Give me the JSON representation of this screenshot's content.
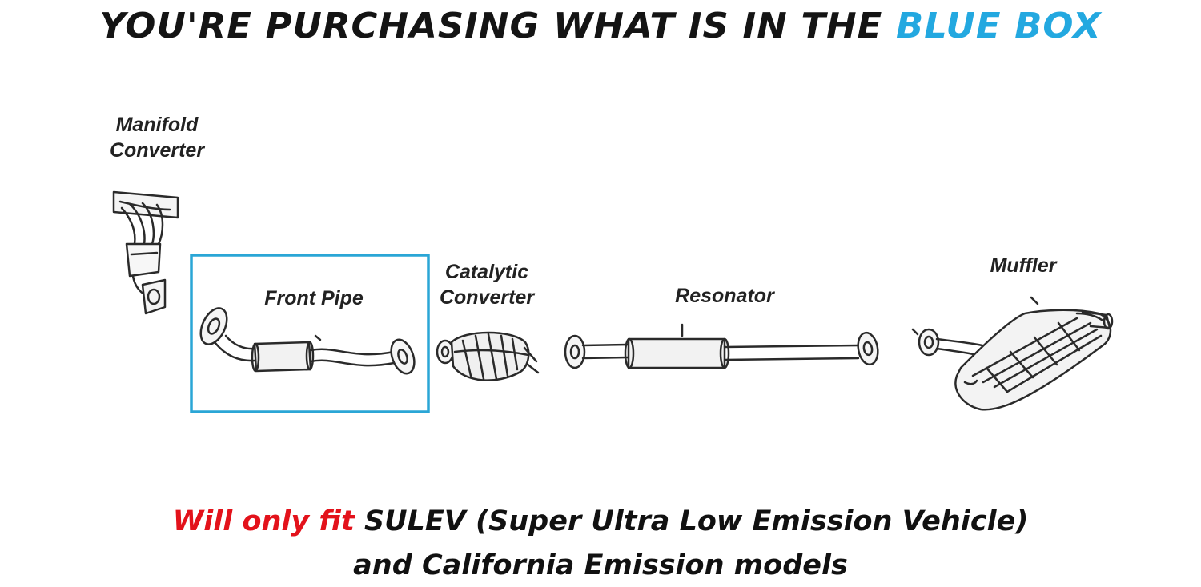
{
  "headline": {
    "main": "YOU'RE PURCHASING WHAT IS IN THE ",
    "highlight": "BLUE BOX"
  },
  "parts": {
    "manifold": [
      "Manifold",
      "Converter"
    ],
    "front_pipe": "Front Pipe",
    "catalytic": [
      "Catalytic",
      "Converter"
    ],
    "resonator": "Resonator",
    "muffler": "Muffler"
  },
  "footer": {
    "warning": "Will only fit ",
    "line1": "SULEV (Super Ultra Low Emission Vehicle)",
    "line2": "and California Emission models"
  },
  "colors": {
    "highlight_blue": "#23a8e0",
    "box_border": "#2aa6d6",
    "warning_red": "#e3121b",
    "text_dark": "#141414"
  },
  "selected_part": "Front Pipe"
}
